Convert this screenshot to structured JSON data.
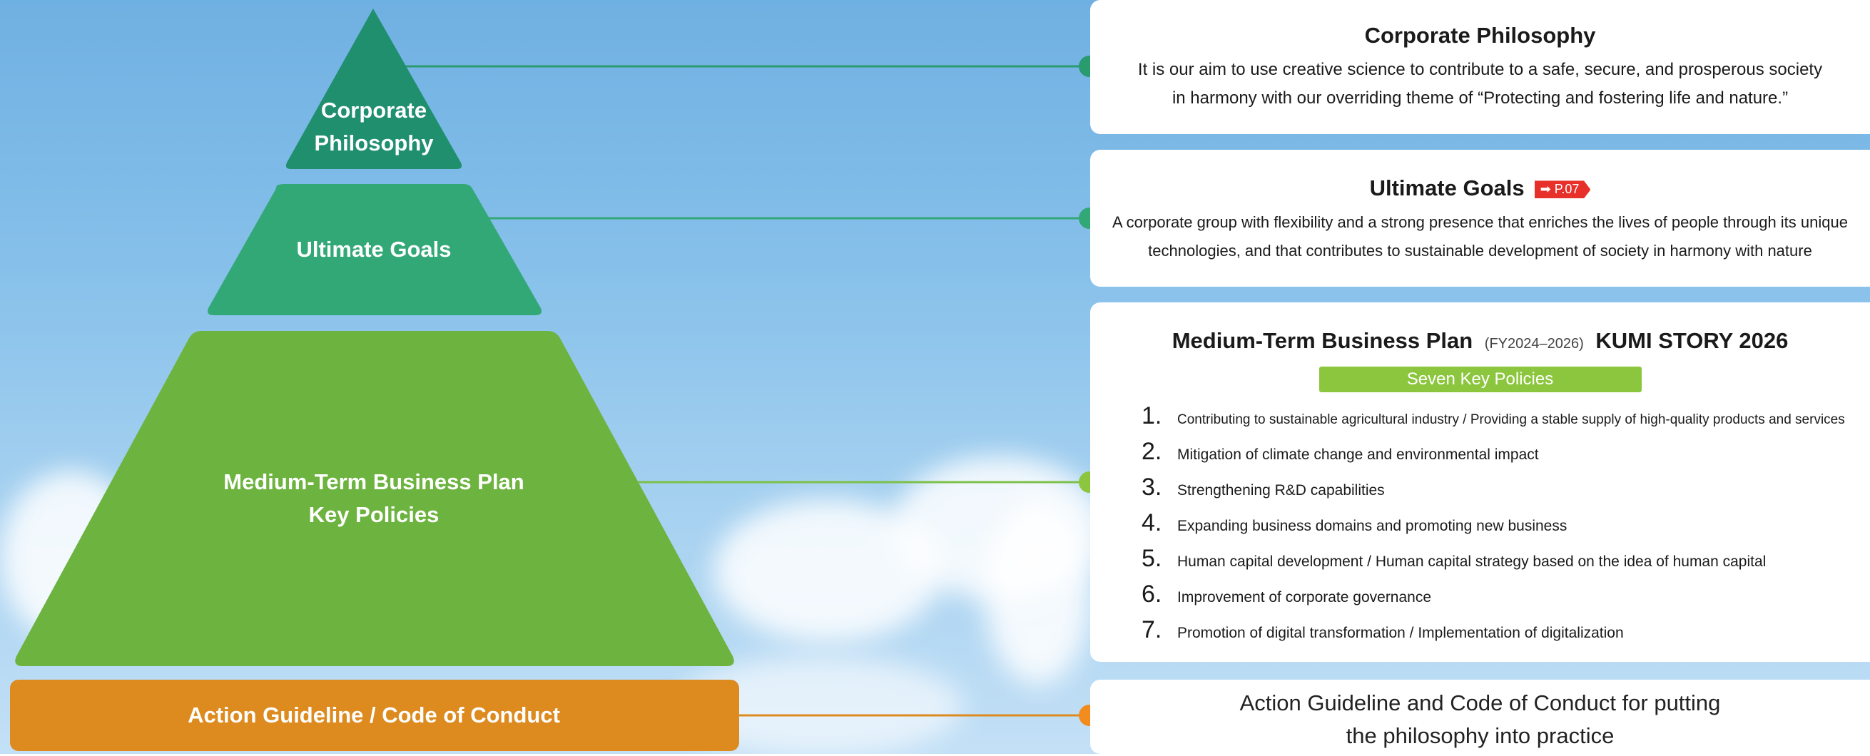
{
  "pyramid": {
    "top_label_line1": "Corporate",
    "top_label_line2": "Philosophy",
    "second_label": "Ultimate Goals",
    "third_label_line1": "Medium-Term Business Plan",
    "third_label_line2": "Key Policies",
    "base_label": "Action Guideline / Code of Conduct"
  },
  "boxes": {
    "philosophy": {
      "title": "Corporate Philosophy",
      "line1": "It is our aim to use creative science to contribute to a safe, secure, and prosperous society",
      "line2": "in harmony with our overriding theme of “Protecting and fostering life and nature.”"
    },
    "goals": {
      "title": "Ultimate Goals",
      "page_ref": "➡ P.07",
      "line1": "A corporate group with flexibility and a strong presence that enriches the lives of people through its unique",
      "line2": "technologies, and that contributes to sustainable development of society in harmony with nature"
    },
    "plan": {
      "title": "Medium-Term Business Plan",
      "period": "(FY2024–2026)",
      "name": "KUMI STORY 2026",
      "badge": "Seven Key Policies",
      "policies": [
        {
          "num": "1.",
          "text": "Contributing to sustainable agricultural industry / Providing a stable supply of high-quality products and services"
        },
        {
          "num": "2.",
          "text": "Mitigation of climate change and environmental impact"
        },
        {
          "num": "3.",
          "text": "Strengthening R&D capabilities"
        },
        {
          "num": "4.",
          "text": "Expanding business domains and promoting new business"
        },
        {
          "num": "5.",
          "text": "Human capital development / Human capital strategy based on the idea of human capital"
        },
        {
          "num": "6.",
          "text": "Improvement of corporate governance"
        },
        {
          "num": "7.",
          "text": "Promotion of digital transformation / Implementation of digitalization"
        }
      ]
    },
    "action": {
      "line1": "Action Guideline and Code of Conduct for putting",
      "line2": "the philosophy into practice"
    }
  },
  "colors": {
    "philosophy": "#1f8f6e",
    "goals": "#33a877",
    "plan": "#6db33f",
    "action": "#dd8a1f",
    "badge_green": "#8cc63e",
    "ref_red": "#e8302b"
  }
}
